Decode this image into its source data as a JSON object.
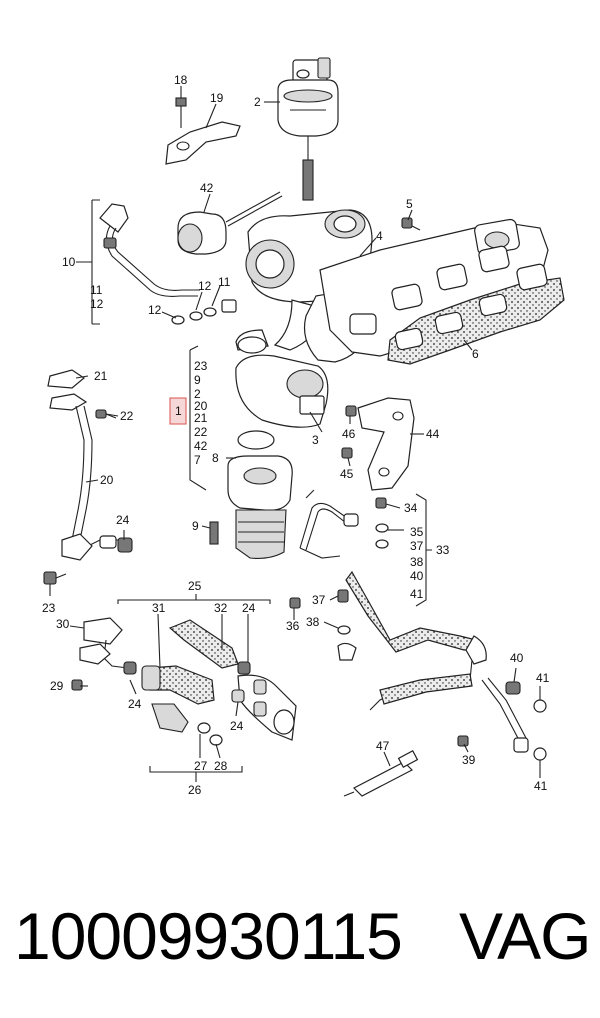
{
  "diagram": {
    "labels": {
      "l18": "18",
      "l19": "19",
      "l2": "2",
      "l42": "42",
      "l5": "5",
      "l4": "4",
      "l10": "10",
      "l11a": "11",
      "l12a": "12",
      "l12b": "12",
      "l12c": "12",
      "l11b": "11",
      "l6": "6",
      "l21": "21",
      "l22": "22",
      "l20": "20",
      "l3": "3",
      "l46": "46",
      "l44": "44",
      "l45": "45",
      "l24a": "24",
      "l9": "9",
      "l8": "8",
      "l23a": "23",
      "l34": "34",
      "l35": "35",
      "l37a": "37",
      "l38a": "38",
      "l40a": "40",
      "l41a": "41",
      "l33": "33",
      "l25": "25",
      "l31": "31",
      "l32": "32",
      "l24b": "24",
      "l30": "30",
      "l36": "36",
      "l37b": "37",
      "l38b": "38",
      "l29": "29",
      "l24c": "24",
      "l24d": "24",
      "l27": "27",
      "l28": "28",
      "l26": "26",
      "l40b": "40",
      "l41b": "41",
      "l39": "39",
      "l41c": "41",
      "l47": "47"
    },
    "group_list": {
      "g1": "23",
      "g2": "9",
      "g3": "2",
      "g4": "20",
      "g5": "21",
      "g6": "22",
      "g7": "42",
      "g8": "7"
    },
    "main_label": "1"
  },
  "footer": {
    "part_number": "1000993011​5",
    "brand": "VAG"
  }
}
